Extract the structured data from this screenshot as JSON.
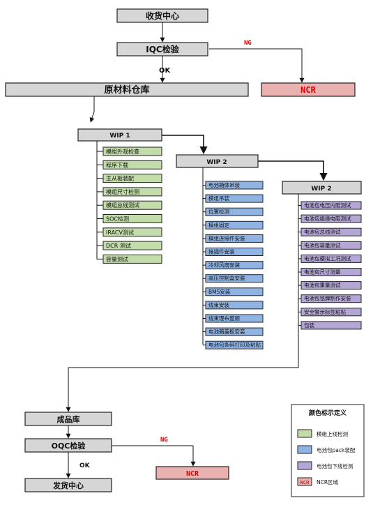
{
  "colors": {
    "gray": "#d6d6d6",
    "ncr": "#eab1b1",
    "green": "#c2dcaa",
    "blue": "#8fb4e3",
    "purple": "#b4a7d6",
    "ng": "#e00000"
  },
  "main": {
    "receiving": "收货中心",
    "iqc": "IQC检验",
    "ok1": "OK",
    "ng1": "NG",
    "ncr1": "NCR",
    "raw": "原材料仓库"
  },
  "wip1": {
    "title": "WIP 1",
    "items": [
      "模组外观检查",
      "程序下载",
      "主从板装配",
      "模组尺寸检测",
      "模组总线测试",
      "SOC检测",
      "IRACV测试",
      "DCR 测试",
      "容量测试"
    ]
  },
  "wip2a": {
    "title": "WIP 2",
    "items": [
      "电池箱体吊装",
      "模组吊装",
      "位置检测",
      "模组固定",
      "模组连接件安装",
      "接插件安装",
      "冷却风扇安装",
      "高压控制盒安装",
      "BMS安装",
      "线束安装",
      "线束理布整顺",
      "电池箱盖板安装",
      "电池包条码打印及粘贴"
    ]
  },
  "wip2b": {
    "title": "WIP 2",
    "items": [
      "电池包电压内阻测试",
      "电池包绝缘电阻测试",
      "电池包总线测试",
      "电池包容量测试",
      "电池包模拟工况测试",
      "电池包尺寸测量",
      "电池包重量测试",
      "电池包铭牌制作安装",
      "安全警示标签粘贴",
      "包装"
    ]
  },
  "bottom": {
    "finished": "成品库",
    "oqc": "OQC检验",
    "ng2": "NG",
    "ncr2": "NCR",
    "ok2": "OK",
    "shipping": "发货中心"
  },
  "legend": {
    "title": "颜色标示定义",
    "items": [
      {
        "color": "#c2dcaa",
        "label": "模組上线检测"
      },
      {
        "color": "#8fb4e3",
        "label": "电池包pack装配"
      },
      {
        "color": "#b4a7d6",
        "label": "电池包下线检测"
      },
      {
        "color": "#eab1b1",
        "swatch_text": "NCR",
        "label": "NCR区域"
      }
    ]
  }
}
